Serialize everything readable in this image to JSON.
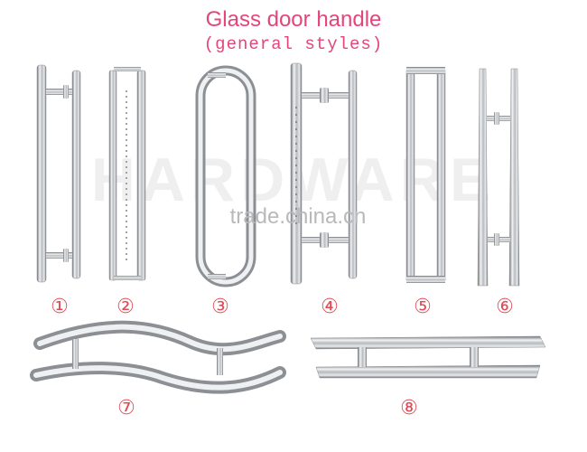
{
  "title": "Glass door handle",
  "subtitle": "(general styles)",
  "watermark": "HARDWARE",
  "watermark_site": "trade.china.cn",
  "handle_numbers": [
    "①",
    "②",
    "③",
    "④",
    "⑤",
    "⑥",
    "⑦",
    "⑧"
  ],
  "colors": {
    "title": "#e4457a",
    "numbers": "#e04d57",
    "steel_dark": "#6f7378",
    "steel_light": "#f2f3f4"
  }
}
